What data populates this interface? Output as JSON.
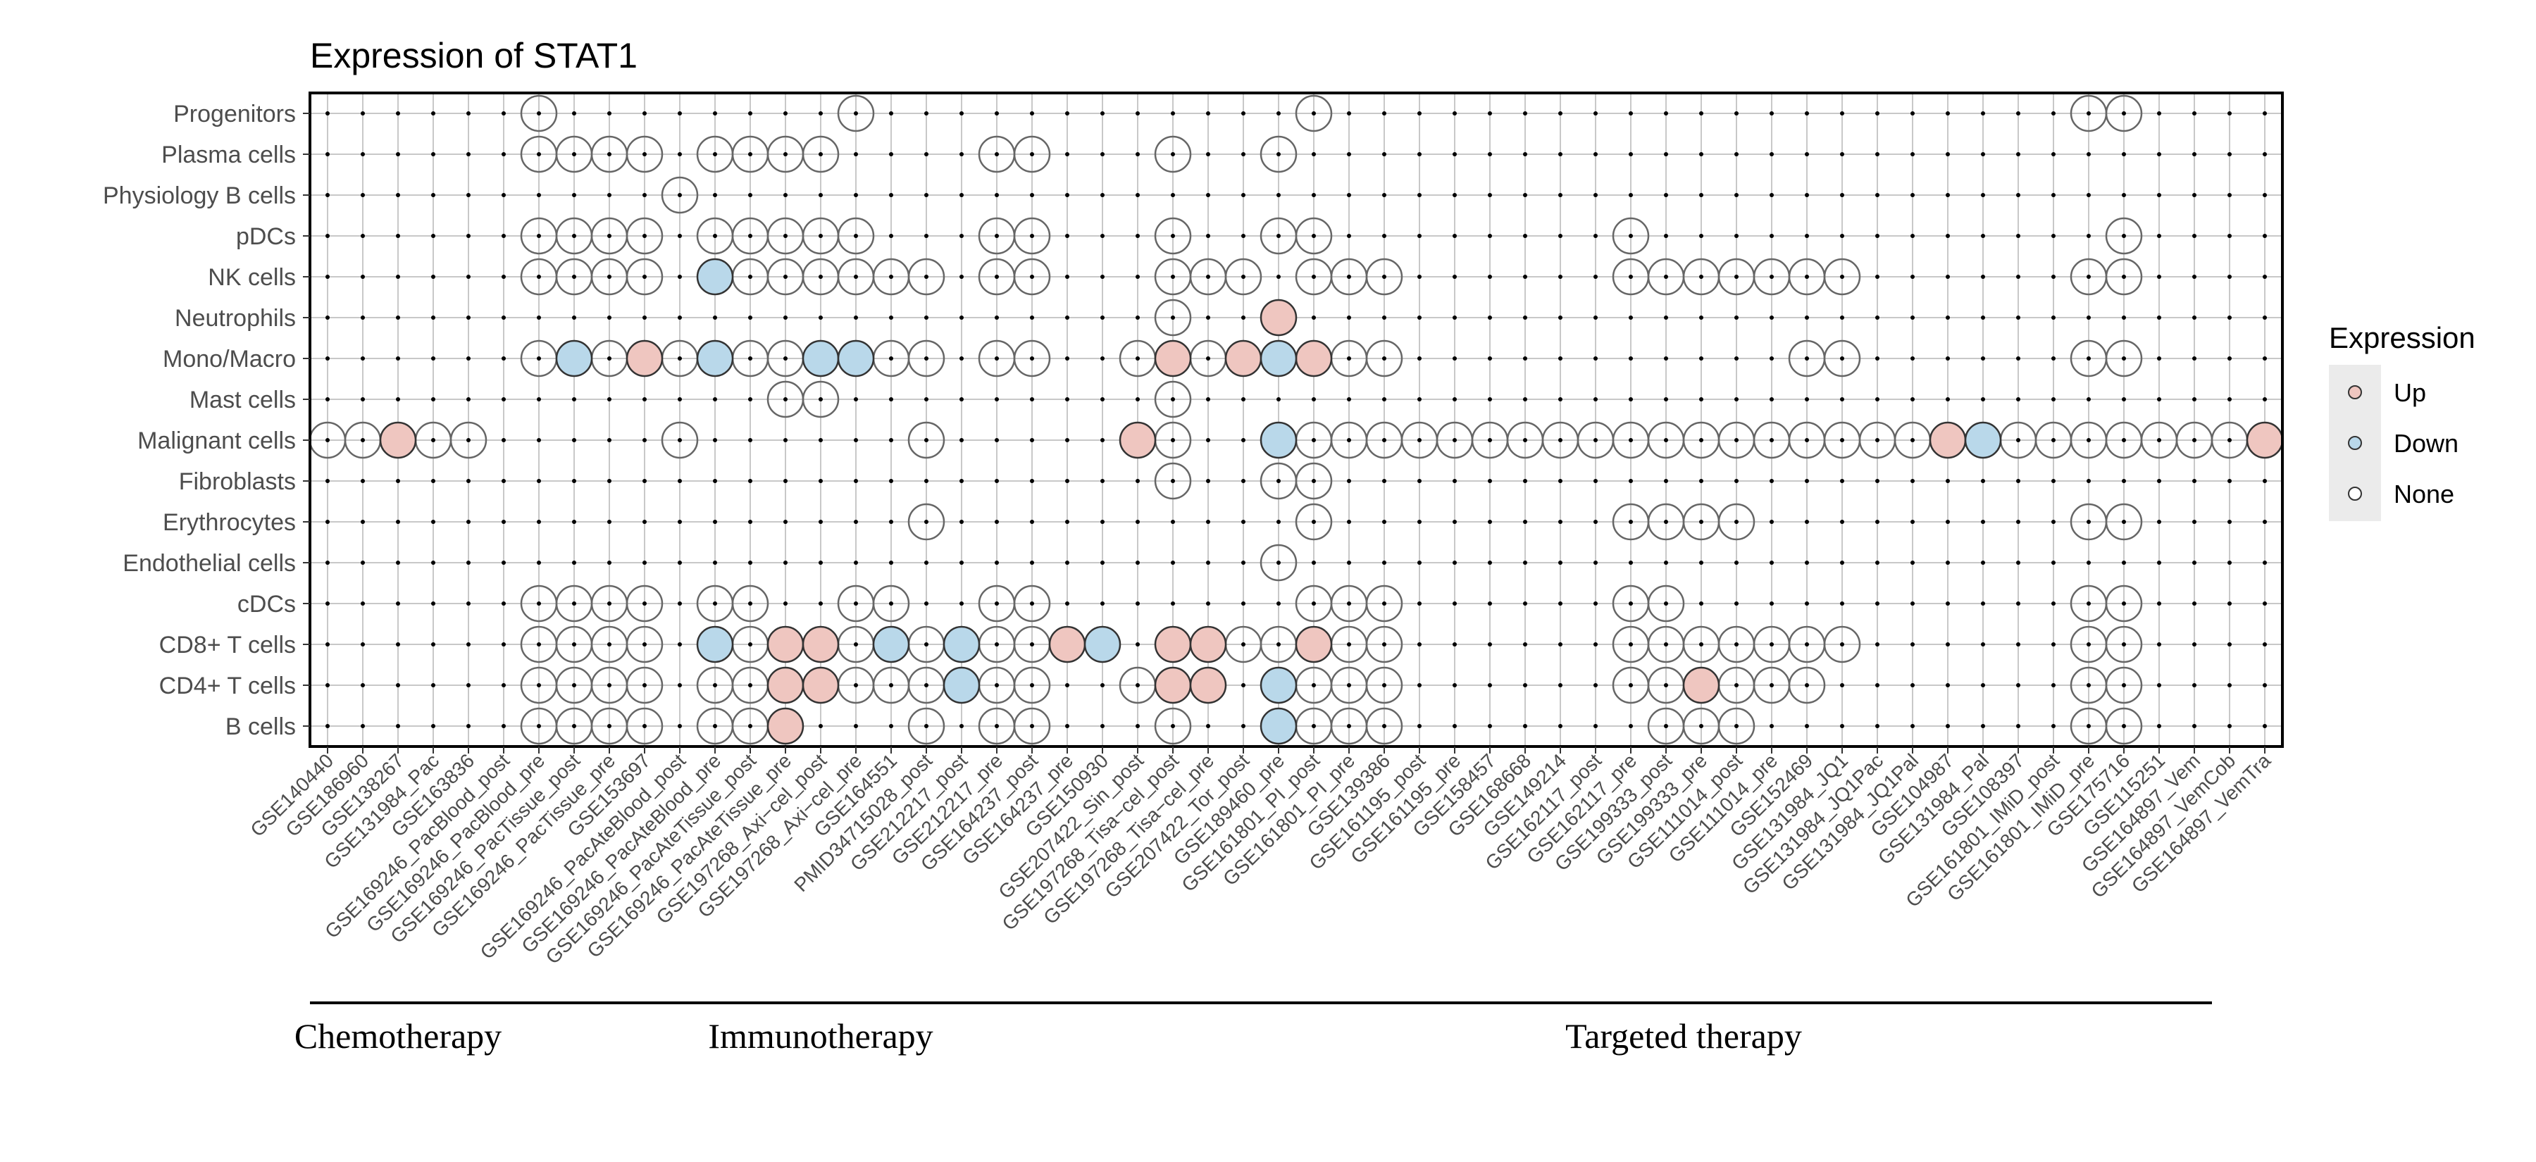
{
  "chart_data": {
    "type": "dot-matrix",
    "title": "Expression of STAT1",
    "xlabel": "",
    "ylabel": "",
    "grid": true,
    "legend_position": "right",
    "legend": {
      "title": "Expression",
      "items": [
        {
          "key": "up",
          "label": "Up",
          "color": "#EFC6C0"
        },
        {
          "key": "down",
          "label": "Down",
          "color": "#B9D8EA"
        },
        {
          "key": "none",
          "label": "None",
          "color": "#FFFFFF"
        }
      ]
    },
    "datasets": [
      "GSE140440",
      "GSE186960",
      "GSE138267",
      "GSE131984_Pac",
      "GSE163836",
      "GSE169246_PacBlood_post",
      "GSE169246_PacBlood_pre",
      "GSE169246_PacTissue_post",
      "GSE169246_PacTissue_pre",
      "GSE153697",
      "GSE169246_PacAteBlood_post",
      "GSE169246_PacAteBlood_pre",
      "GSE169246_PacAteTissue_post",
      "GSE169246_PacAteTissue_pre",
      "GSE197268_Axi−cel_post",
      "GSE197268_Axi−cel_pre",
      "GSE164551",
      "PMID34715028_post",
      "GSE212217_post",
      "GSE212217_pre",
      "GSE164237_post",
      "GSE164237_pre",
      "GSE150930",
      "GSE207422_Sin_post",
      "GSE197268_Tisa−cel_post",
      "GSE197268_Tisa−cel_pre",
      "GSE207422_Tor_post",
      "GSE189460_pre",
      "GSE161801_PI_post",
      "GSE161801_PI_pre",
      "GSE139386",
      "GSE161195_post",
      "GSE161195_pre",
      "GSE158457",
      "GSE168668",
      "GSE149214",
      "GSE162117_post",
      "GSE162117_pre",
      "GSE199333_post",
      "GSE199333_pre",
      "GSE111014_post",
      "GSE111014_pre",
      "GSE152469",
      "GSE131984_JQ1",
      "GSE131984_JQ1Pac",
      "GSE131984_JQ1Pal",
      "GSE104987",
      "GSE131984_Pal",
      "GSE108397",
      "GSE161801_IMiD_post",
      "GSE161801_IMiD_pre",
      "GSE175716",
      "GSE115251",
      "GSE164897_Vem",
      "GSE164897_VemCob",
      "GSE164897_VemTra"
    ],
    "cell_types": [
      "Progenitors",
      "Plasma cells",
      "Physiology B cells",
      "pDCs",
      "NK cells",
      "Neutrophils",
      "Mono/Macro",
      "Mast cells",
      "Malignant cells",
      "Fibroblasts",
      "Erythrocytes",
      "Endothelial cells",
      "cDCs",
      "CD8+ T cells",
      "CD4+ T cells",
      "B cells"
    ],
    "groups": [
      {
        "label": "Chemotherapy",
        "from": 0,
        "to": 4
      },
      {
        "label": "Immunotherapy",
        "from": 5,
        "to": 23
      },
      {
        "label": "Targeted therapy",
        "from": 24,
        "to": 53
      }
    ],
    "circles": {
      "Progenitors": {
        "none": [
          6,
          15,
          28,
          50,
          51
        ]
      },
      "Plasma cells": {
        "none": [
          6,
          7,
          8,
          9,
          11,
          12,
          13,
          14,
          19,
          20,
          24,
          27
        ]
      },
      "Physiology B cells": {
        "none": [
          10
        ]
      },
      "pDCs": {
        "none": [
          6,
          7,
          8,
          9,
          11,
          12,
          13,
          14,
          15,
          19,
          20,
          24,
          27,
          28,
          37,
          51
        ]
      },
      "NK cells": {
        "down": [
          11
        ],
        "none": [
          6,
          7,
          8,
          9,
          12,
          13,
          14,
          15,
          16,
          17,
          19,
          20,
          24,
          25,
          26,
          28,
          29,
          30,
          37,
          38,
          39,
          40,
          41,
          42,
          43,
          50,
          51
        ]
      },
      "Neutrophils": {
        "up": [
          27
        ],
        "none": [
          24
        ]
      },
      "Mono/Macro": {
        "up": [
          9,
          24,
          26,
          28
        ],
        "down": [
          7,
          11,
          14,
          15,
          27
        ],
        "none": [
          6,
          8,
          10,
          12,
          13,
          16,
          17,
          19,
          20,
          23,
          25,
          29,
          30,
          42,
          43,
          50,
          51
        ]
      },
      "Mast cells": {
        "none": [
          13,
          14,
          24
        ]
      },
      "Malignant cells": {
        "up": [
          2,
          23,
          46,
          55
        ],
        "down": [
          27,
          47
        ],
        "none": [
          0,
          1,
          3,
          4,
          10,
          17,
          24,
          28,
          29,
          30,
          31,
          32,
          33,
          34,
          35,
          36,
          37,
          38,
          39,
          40,
          41,
          42,
          43,
          44,
          45,
          48,
          49,
          50,
          51,
          52,
          53,
          54
        ]
      },
      "Fibroblasts": {
        "none": [
          24,
          27,
          28
        ]
      },
      "Erythrocytes": {
        "none": [
          17,
          28,
          37,
          38,
          39,
          40,
          50,
          51
        ]
      },
      "Endothelial cells": {
        "none": [
          27
        ]
      },
      "cDCs": {
        "none": [
          6,
          7,
          8,
          9,
          11,
          12,
          15,
          16,
          19,
          20,
          28,
          29,
          30,
          37,
          38,
          50,
          51
        ]
      },
      "CD8+ T cells": {
        "up": [
          13,
          14,
          21,
          24,
          25,
          28
        ],
        "down": [
          11,
          16,
          18,
          22
        ],
        "none": [
          6,
          7,
          8,
          9,
          12,
          15,
          17,
          19,
          20,
          26,
          27,
          29,
          30,
          37,
          38,
          39,
          40,
          41,
          42,
          43,
          50,
          51
        ]
      },
      "CD4+ T cells": {
        "up": [
          13,
          14,
          24,
          25,
          39
        ],
        "down": [
          18,
          27
        ],
        "none": [
          6,
          7,
          8,
          9,
          11,
          12,
          15,
          16,
          17,
          19,
          20,
          23,
          28,
          29,
          30,
          37,
          38,
          40,
          41,
          42,
          50,
          51
        ]
      },
      "B cells": {
        "up": [
          13
        ],
        "down": [
          27
        ],
        "none": [
          6,
          7,
          8,
          9,
          11,
          12,
          17,
          19,
          20,
          24,
          28,
          29,
          30,
          38,
          39,
          40,
          50,
          51
        ]
      }
    }
  }
}
